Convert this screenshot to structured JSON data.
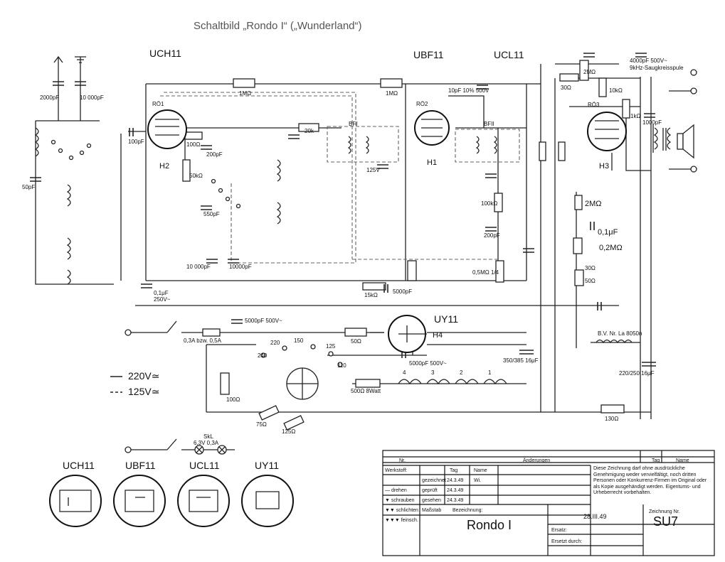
{
  "title": "Schaltbild „Rondo I“ („Wunderland“)",
  "tubes": {
    "uch11": "UCH11",
    "ubf11": "UBF11",
    "ucl11": "UCL11",
    "uy11": "UY11",
    "h1": "H1",
    "h2": "H2",
    "h3": "H3",
    "h4": "H4",
    "ro1": "RÖ1",
    "ro2": "RÖ2",
    "ro3": "RÖ3"
  },
  "filters": {
    "bf1": "BFI",
    "bf2": "BFII"
  },
  "values": {
    "c2": "2000pF",
    "c3": "10 000pF",
    "c1": "50pF",
    "c6": "100pF",
    "r3": "1MΩ",
    "r7": "1MΩ",
    "r20k": "20k",
    "r100": "100Ω",
    "c11": "200pF",
    "r50k": "50kΩ",
    "c550": "550pF",
    "c10000a": "10 000pF",
    "c10000b": "10000pF",
    "c10a": "0,1μF",
    "v250": "250V~",
    "c5000": "5000pF",
    "v125": "125V",
    "c10pf": "10pF 10% 500V",
    "r100k": "100kΩ",
    "c200pf": "200pF",
    "r05m": "0,5MΩ 1/4",
    "rf15k": "15kΩ",
    "r2m": "2MΩ",
    "c01": "0,1μF",
    "r02m": "0,2MΩ",
    "r30": "30Ω",
    "r50": "50Ω",
    "r1k": "1kΩ",
    "c1000": "1000pF",
    "r2ma": "2MΩ",
    "r30a": "30Ω",
    "r10k": "10kΩ",
    "c4000": "4000pF 500V~",
    "saug": "9kHz-Saugkreisspule",
    "c5000v": "5000pF 500V~",
    "fuse1": "0,3A bzw. 0,5A",
    "r50ohm": "50Ω",
    "c5000b": "5000pF 500V~",
    "elko1": "350/385 16μF",
    "elko2": "220/250 16μF",
    "bv": "B.V. Nr. La 8050n",
    "r500": "500Ω 8Watt",
    "r130": "130Ω",
    "r75": "75Ω",
    "r125": "125Ω",
    "r100ohm": "100Ω",
    "sel": [
      "220",
      "150",
      "125",
      "110",
      "240"
    ],
    "taps": [
      "4",
      "3",
      "2",
      "1"
    ],
    "skl": "SkL",
    "lamps": "6,3V 0,3A"
  },
  "legend": {
    "v220": "220V≃",
    "v125": "125V≃"
  },
  "pinouts": [
    "UCH11",
    "UBF11",
    "UCL11",
    "UY11"
  ],
  "titleblock": {
    "aenderungen": "Änderungen",
    "nr": "Nr.",
    "tag": "Tag",
    "name": "Name",
    "werkstoff": "Werkstoff:",
    "tag2": "Tag",
    "name2": "Name",
    "row1": "gezeichnet",
    "row2": "geprüft",
    "row3": "gesehen",
    "d1": "24.3.49",
    "d2": "24.3.49",
    "d3": "24.3.49",
    "n1": "Wi.",
    "m1": "— drehen",
    "m2": "▼ schrauben",
    "m3": "▼▼ schlichten",
    "m4": "▼▼▼ feinsch.",
    "massstab": "Maßstab",
    "bezeichnung": "Bezeichnung:",
    "name_val": "Rondo I",
    "date2": "28.III.49",
    "ersatz": "Ersatz:",
    "ersetzt": "Ersetzt durch:",
    "zeichnung": "Zeichnung Nr.",
    "znr": "SU7",
    "notice": "Diese Zeichnung darf ohne ausdrückliche Genehmigung weder vervielfältigt, noch dritten Personen oder Konkurrenz-Firmen im Original oder als Kopie ausgehändigt werden. Eigentums- und Urheberrecht vorbehalten."
  }
}
